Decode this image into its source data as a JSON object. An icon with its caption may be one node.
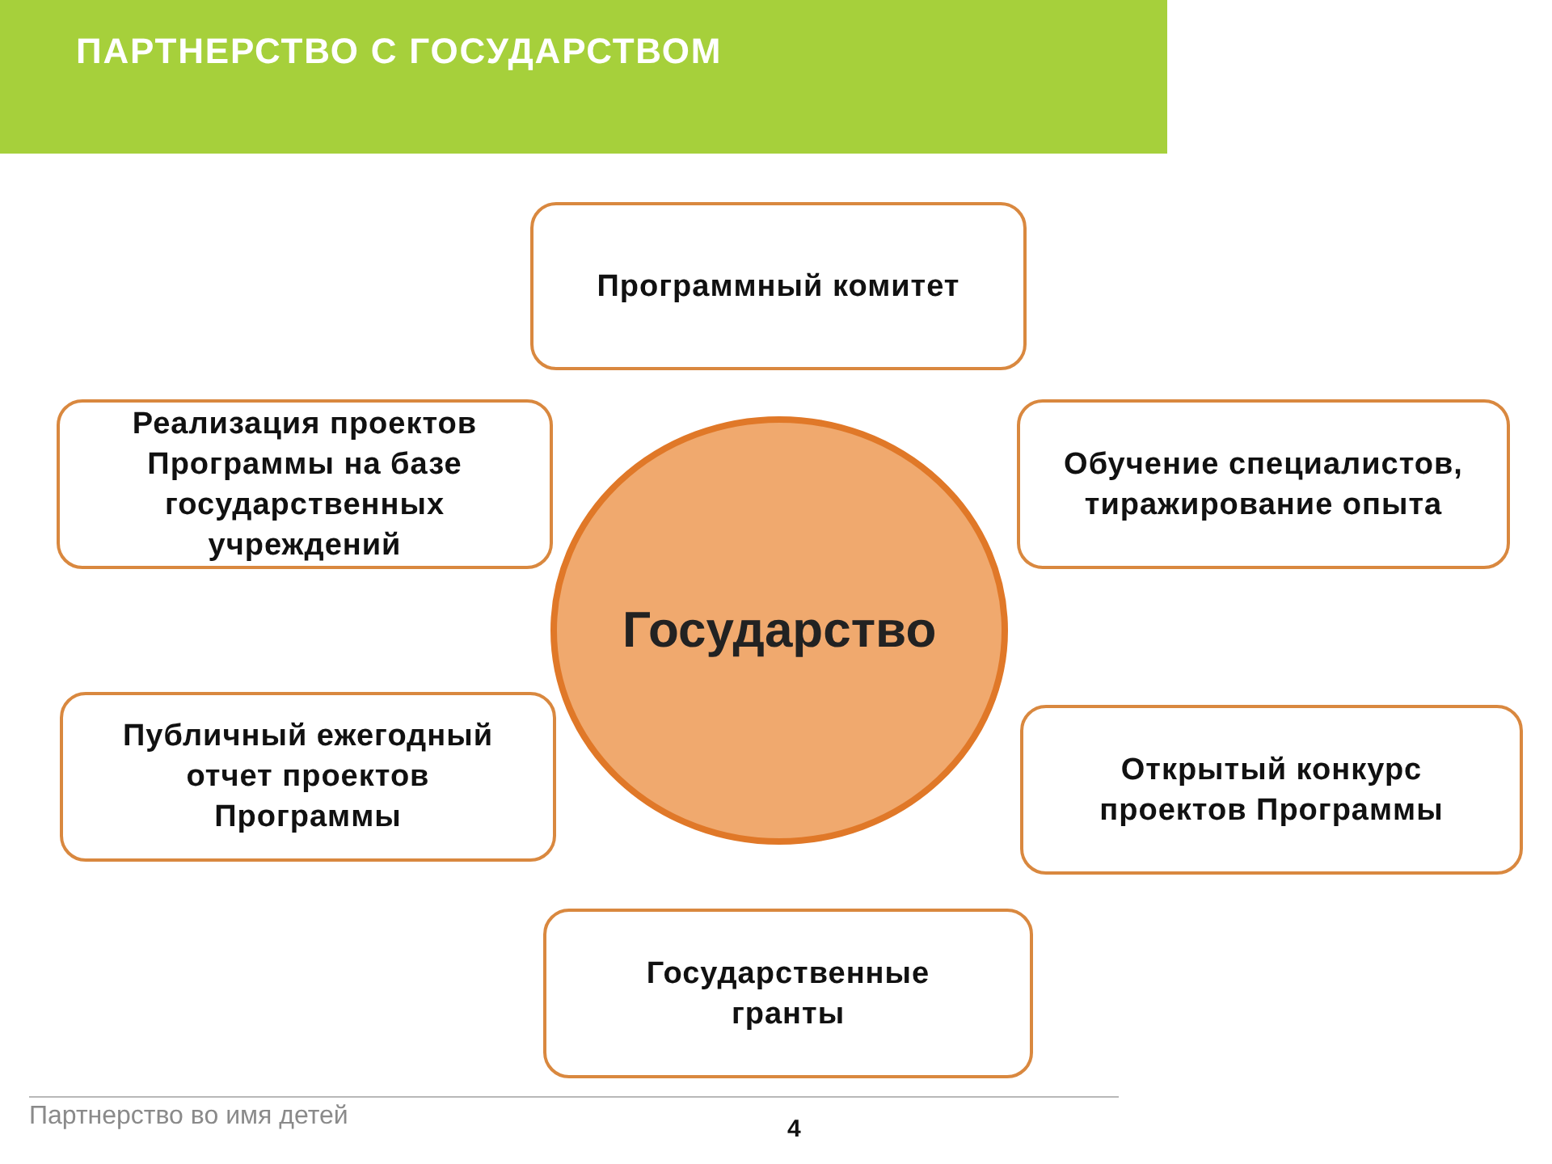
{
  "diagram": {
    "title": "ПАРТНЕРСТВО С ГОСУДАРСТВОМ",
    "nodes": [
      {
        "text": [
          "Программный комитет"
        ]
      },
      {
        "text": [
          "Реализация проектов Программы на базе государственных учреждений"
        ]
      },
      {
        "text": [
          "Обучение специалистов, тиражирование опыта"
        ]
      },
      {
        "text": [
          "Государство"
        ]
      },
      {
        "text": [
          "Публичный ежегодный отчет проектов Программы"
        ]
      },
      {
        "text": [
          "Открытый конкурс проектов Программы"
        ]
      },
      {
        "text": [
          "Государственные гранты"
        ]
      }
    ],
    "edges": [],
    "labels": [
      "Партнерство во имя детей",
      "4"
    ]
  }
}
